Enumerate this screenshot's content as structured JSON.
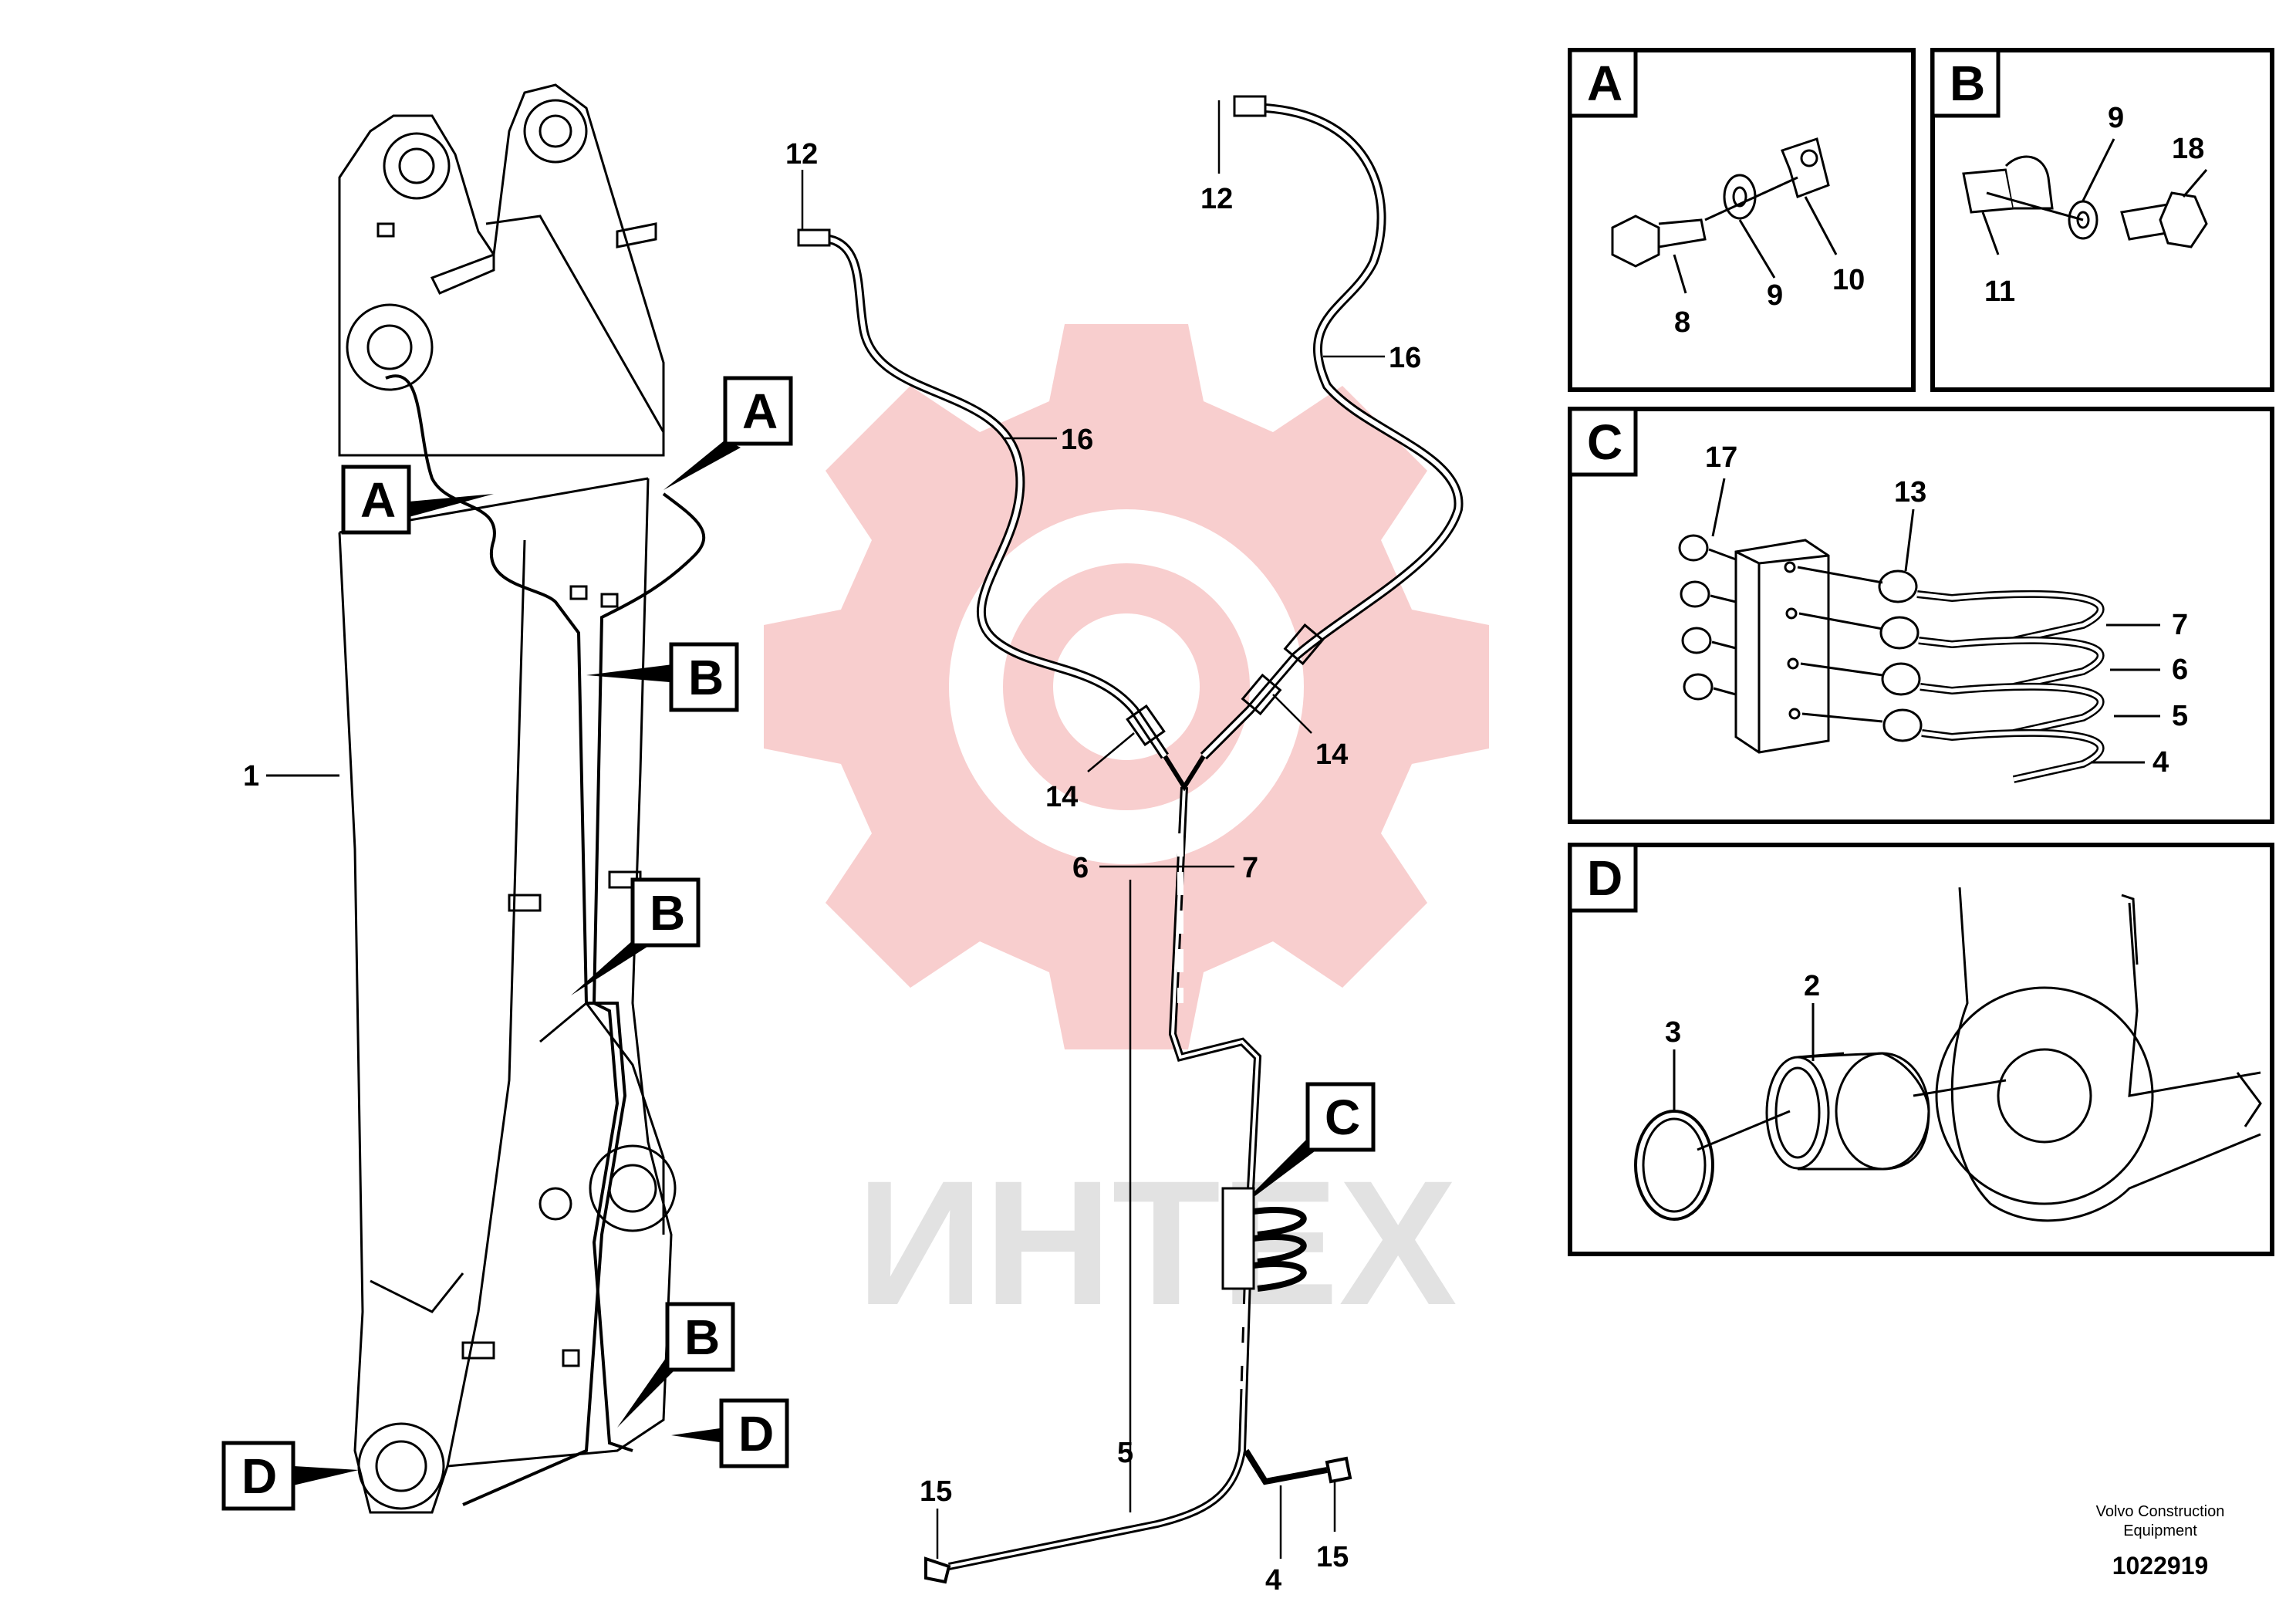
{
  "watermark": {
    "text": "ИНТЕХ",
    "gear_color": "#f7c6c6",
    "text_color": "#e2e2e2"
  },
  "callouts": [
    "A",
    "A",
    "B",
    "B",
    "B",
    "C",
    "D",
    "D"
  ],
  "panels": {
    "A": {
      "title": "A",
      "labels": [
        "8",
        "9",
        "10"
      ]
    },
    "B": {
      "title": "B",
      "labels": [
        "9",
        "18",
        "11"
      ]
    },
    "C": {
      "title": "C",
      "labels": [
        "17",
        "13",
        "7",
        "6",
        "5",
        "4"
      ]
    },
    "D": {
      "title": "D",
      "labels": [
        "3",
        "2"
      ]
    }
  },
  "part_labels": {
    "boom": "1",
    "hose_left_tip": "12",
    "hose_right_tip": "12",
    "hose_left": "16",
    "hose_right": "16",
    "union_left": "14",
    "union_right": "14",
    "line_6": "6",
    "line_7": "7",
    "line_5": "5",
    "line_4": "4",
    "nipple_left": "15",
    "nipple_right": "15"
  },
  "footer": {
    "company_line1": "Volvo Construction",
    "company_line2": "Equipment",
    "drawing_number": "1022919"
  }
}
